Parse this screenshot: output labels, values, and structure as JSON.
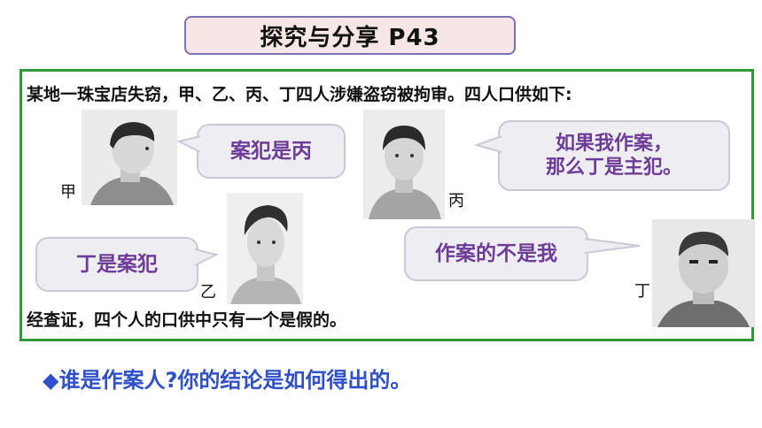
{
  "title": "探究与分享  P43",
  "intro": "某地一珠宝店失窃，甲、乙、丙、丁四人涉嫌盗窃被拘审。四人口供如下:",
  "suspects": {
    "jia": {
      "name": "甲",
      "statement": "案犯是丙"
    },
    "yi": {
      "name": "乙",
      "statement": "丁是案犯"
    },
    "bing": {
      "name": "丙",
      "statement_line1": "如果我作案，",
      "statement_line2": "那么丁是主犯。"
    },
    "ding": {
      "name": "丁",
      "statement": "作案的不是我"
    }
  },
  "conclusion": "经查证，四个人的口供中只有一个是假的。",
  "question": "◆谁是作案人?你的结论是如何得出的。",
  "colors": {
    "frame_green": "#2f9a35",
    "title_border": "#7b72b4",
    "title_fill": "#f7e6e6",
    "bubble_text": "#6d3c97",
    "question_blue": "#2f50c9"
  }
}
